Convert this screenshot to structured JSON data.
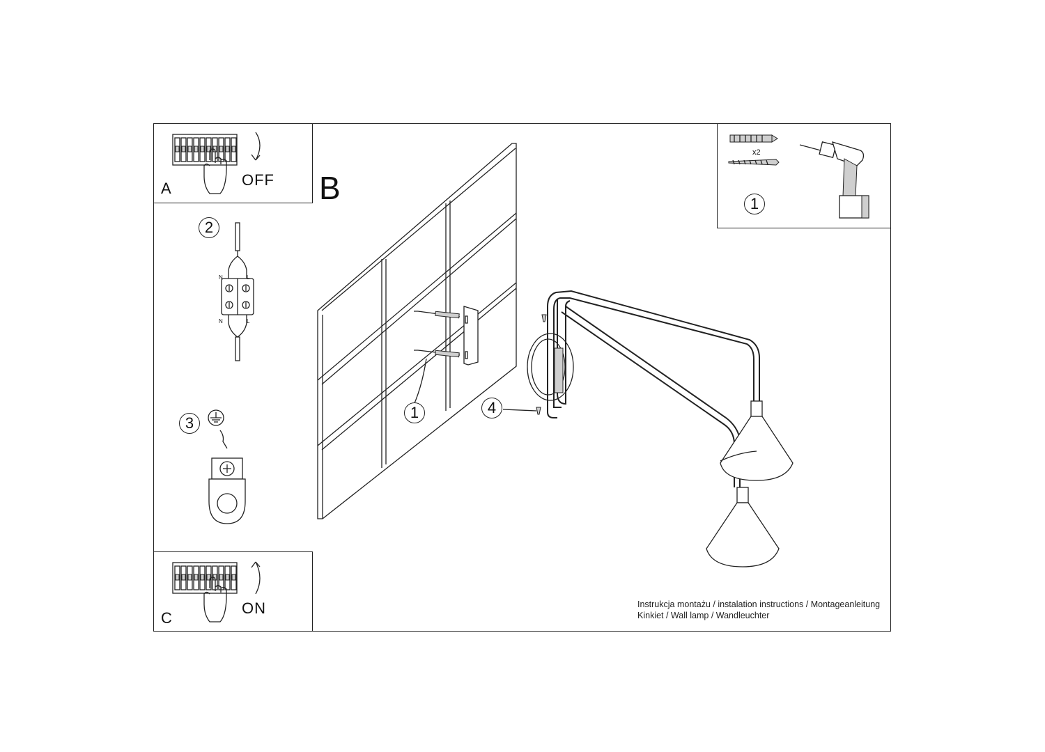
{
  "panel_a": {
    "letter": "A",
    "state": "OFF"
  },
  "panel_b": {
    "letter": "B"
  },
  "panel_c": {
    "letter": "C",
    "state": "ON"
  },
  "tools": {
    "anchor_count": "x2",
    "step": "1"
  },
  "steps": {
    "step1": "1",
    "step2": "2",
    "step3": "3",
    "step4": "4"
  },
  "wiring": {
    "n_top": "N",
    "l_top": "L",
    "n_bottom": "N",
    "l_bottom": "L"
  },
  "footer": {
    "line1": "Instrukcja montażu / instalation instructions / Montageanleitung",
    "line2": "Kinkiet / Wall lamp / Wandleuchter"
  }
}
